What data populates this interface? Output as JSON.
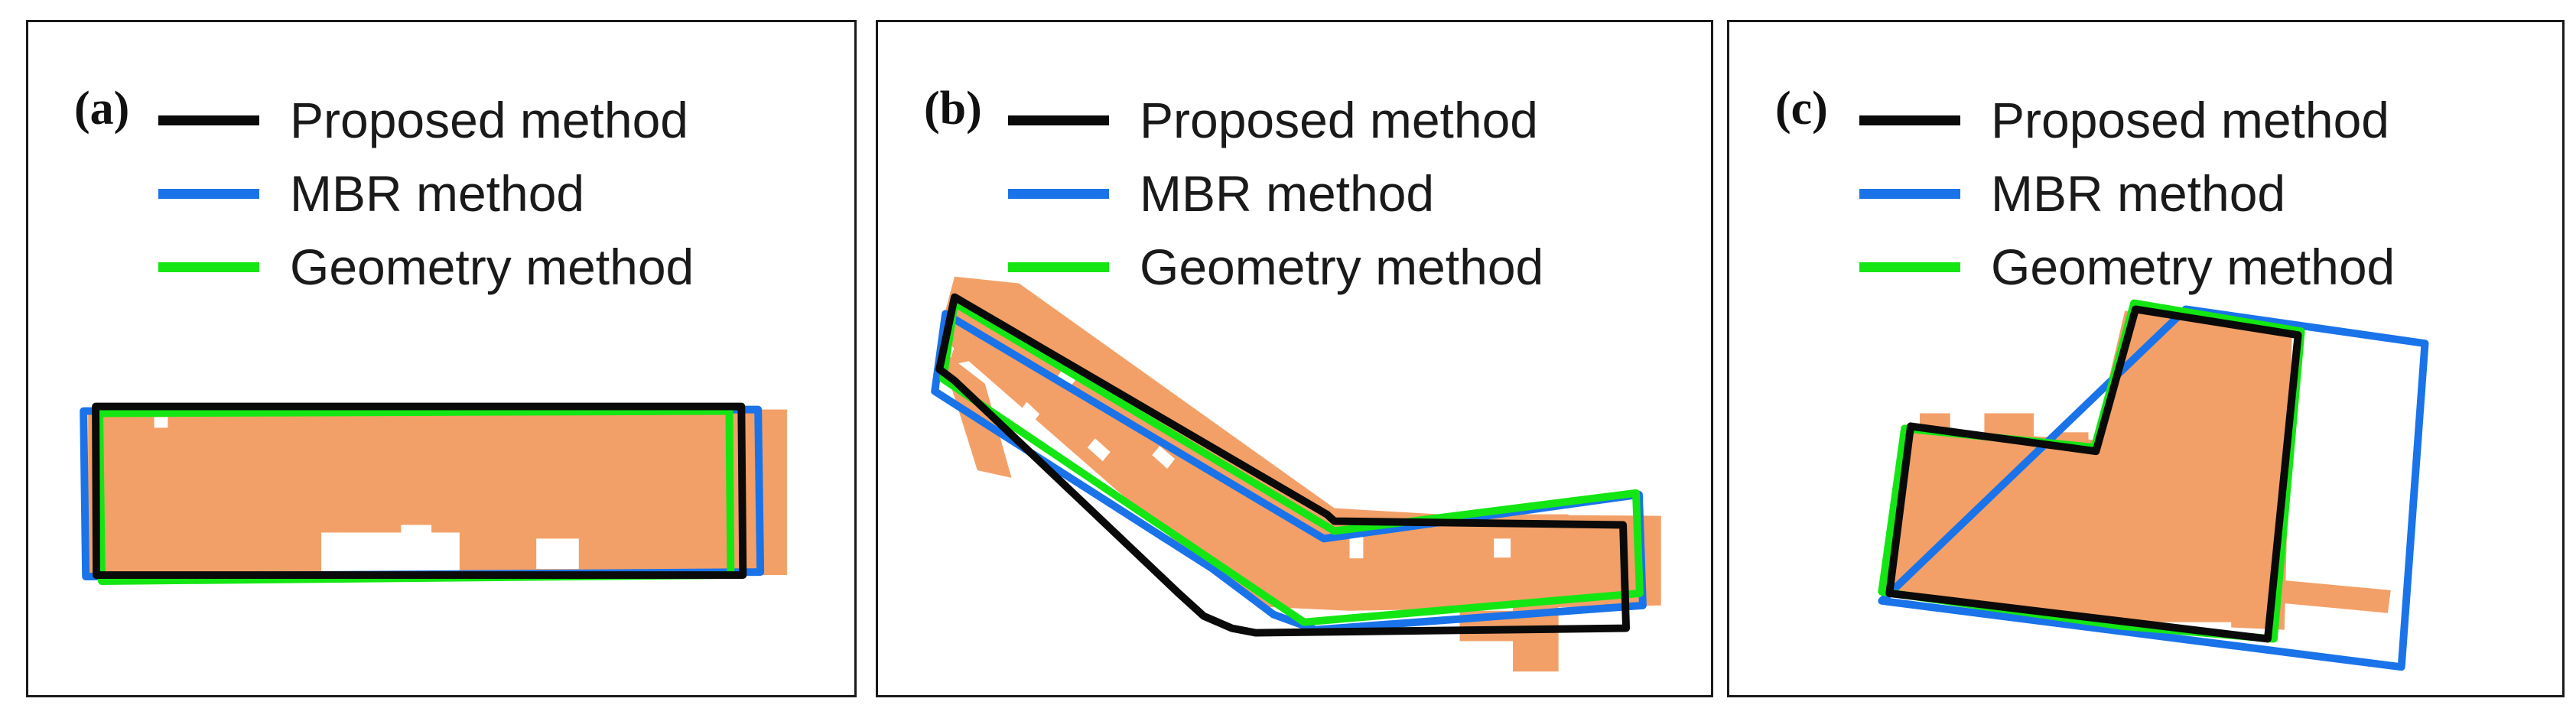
{
  "colors": {
    "proposed": "#0a0a0a",
    "mbr": "#1a73e8",
    "geometry": "#14e614",
    "building": "#f2a068"
  },
  "legend": [
    {
      "key": "proposed",
      "label": "Proposed method"
    },
    {
      "key": "mbr",
      "label": "MBR method"
    },
    {
      "key": "geometry",
      "label": "Geometry method"
    }
  ],
  "panels": [
    {
      "id": "a",
      "letter": "(a)"
    },
    {
      "id": "b",
      "letter": "(b)"
    },
    {
      "id": "c",
      "letter": "(c)"
    }
  ]
}
